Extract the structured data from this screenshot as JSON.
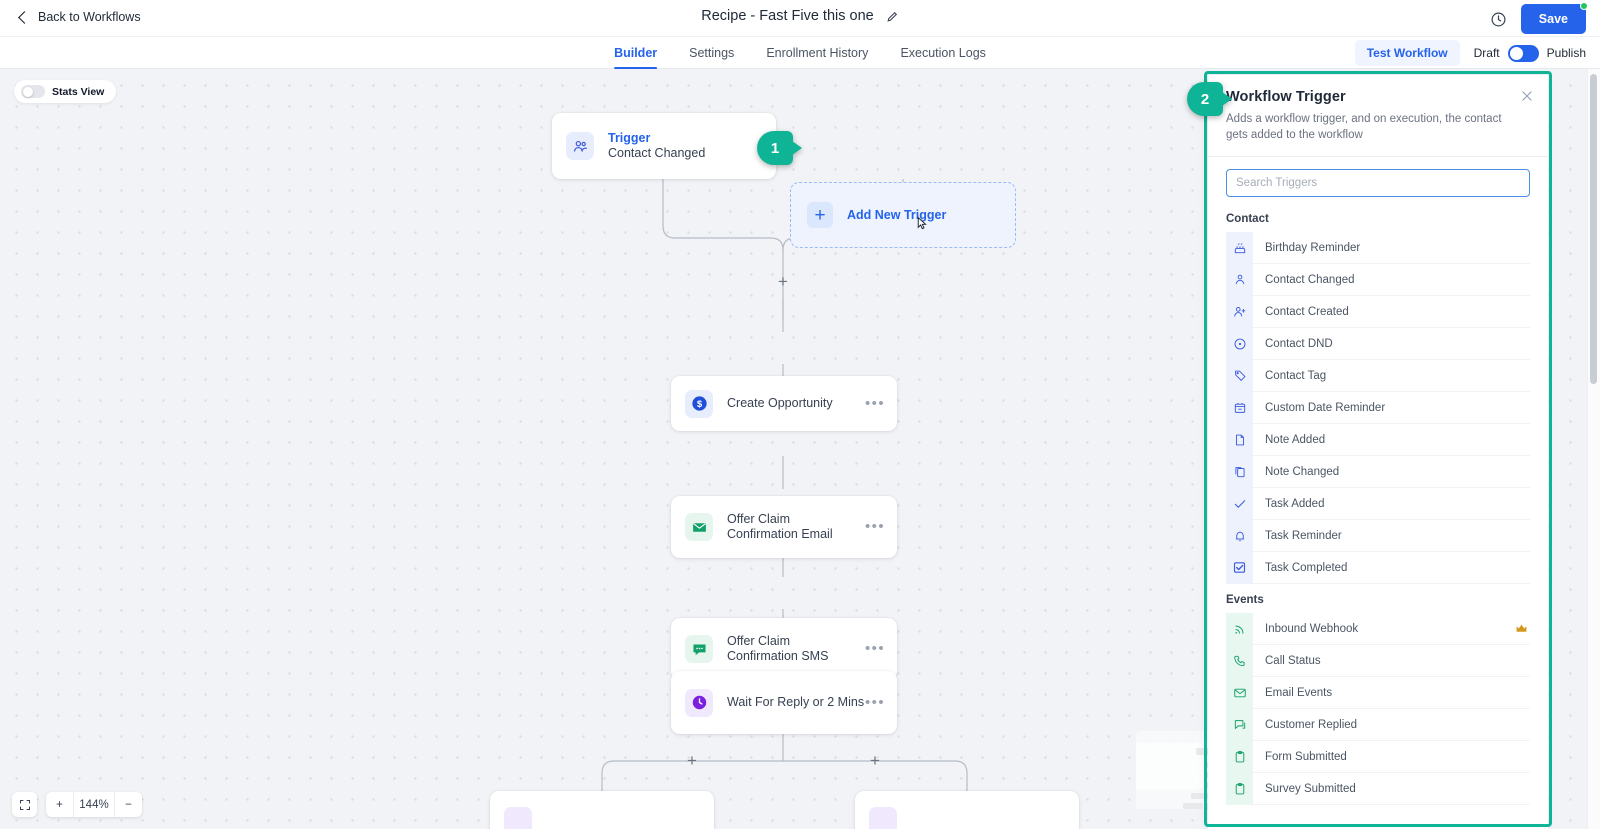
{
  "topbar": {
    "back_label": "Back to Workflows",
    "title": "Recipe - Fast Five this one",
    "edit_icon": "pencil-icon",
    "history_icon": "history-clock-icon",
    "save_label": "Save"
  },
  "tabs": [
    {
      "label": "Builder",
      "active": true
    },
    {
      "label": "Settings",
      "active": false
    },
    {
      "label": "Enrollment History",
      "active": false
    },
    {
      "label": "Execution Logs",
      "active": false
    }
  ],
  "tabbar_right": {
    "test_workflow_label": "Test Workflow",
    "draft_label": "Draft",
    "publish_label": "Publish",
    "toggle_on": true
  },
  "canvas": {
    "stats_view_label": "Stats View",
    "stats_view_on": false,
    "zoom_level": "144%",
    "zoom_in": "+",
    "zoom_out": "−",
    "fit_icon": "fit-to-screen-icon",
    "add_trigger_label": "Add New Trigger",
    "nodes": [
      {
        "id": "trigger",
        "title": "Trigger",
        "subtitle": "Contact Changed",
        "icon": "contact-changed-icon",
        "icon_style": "blue"
      },
      {
        "id": "create-opportunity",
        "title": "Create Opportunity",
        "icon": "dollar-icon",
        "icon_style": "blue-solid"
      },
      {
        "id": "offer-claim-email",
        "title": "Offer Claim Confirmation Email",
        "icon": "email-icon",
        "icon_style": "green"
      },
      {
        "id": "offer-claim-sms",
        "title": "Offer Claim Confirmation SMS",
        "icon": "sms-icon",
        "icon_style": "green"
      },
      {
        "id": "wait-for-reply",
        "title": "Wait For Reply or 2 Mins",
        "icon": "clock-icon",
        "icon_style": "purple"
      }
    ],
    "callouts": [
      {
        "number": "1"
      },
      {
        "number": "2"
      }
    ]
  },
  "panel": {
    "title": "Workflow Trigger",
    "subtitle": "Adds a workflow trigger, and on execution, the contact gets added to the workflow",
    "close_icon": "close-icon",
    "search_placeholder": "Search Triggers",
    "search_value": "",
    "groups": [
      {
        "title": "Contact",
        "style": "contact",
        "items": [
          {
            "label": "Birthday Reminder",
            "icon": "cake-icon",
            "premium": false
          },
          {
            "label": "Contact Changed",
            "icon": "contacts-icon",
            "premium": false
          },
          {
            "label": "Contact Created",
            "icon": "user-plus-icon",
            "premium": false
          },
          {
            "label": "Contact DND",
            "icon": "dnd-circle-icon",
            "premium": false
          },
          {
            "label": "Contact Tag",
            "icon": "tag-icon",
            "premium": false
          },
          {
            "label": "Custom Date Reminder",
            "icon": "calendar-icon",
            "premium": false
          },
          {
            "label": "Note Added",
            "icon": "note-icon",
            "premium": false
          },
          {
            "label": "Note Changed",
            "icon": "note-copy-icon",
            "premium": false
          },
          {
            "label": "Task Added",
            "icon": "check-icon",
            "premium": false
          },
          {
            "label": "Task Reminder",
            "icon": "bell-icon",
            "premium": false
          },
          {
            "label": "Task Completed",
            "icon": "checkbox-checked-icon",
            "premium": false
          }
        ]
      },
      {
        "title": "Events",
        "style": "events",
        "items": [
          {
            "label": "Inbound Webhook",
            "icon": "rss-icon",
            "premium": true
          },
          {
            "label": "Call Status",
            "icon": "phone-icon",
            "premium": false
          },
          {
            "label": "Email Events",
            "icon": "envelope-icon",
            "premium": false
          },
          {
            "label": "Customer Replied",
            "icon": "chat-icon",
            "premium": false
          },
          {
            "label": "Form Submitted",
            "icon": "clipboard-icon",
            "premium": false
          },
          {
            "label": "Survey Submitted",
            "icon": "clipboard-icon",
            "premium": false
          }
        ]
      }
    ]
  },
  "colors": {
    "accent_blue": "#2563eb",
    "highlight_teal": "#0fb497",
    "green": "#12a06a",
    "purple": "#7c3aed",
    "gold": "#d2971c"
  }
}
